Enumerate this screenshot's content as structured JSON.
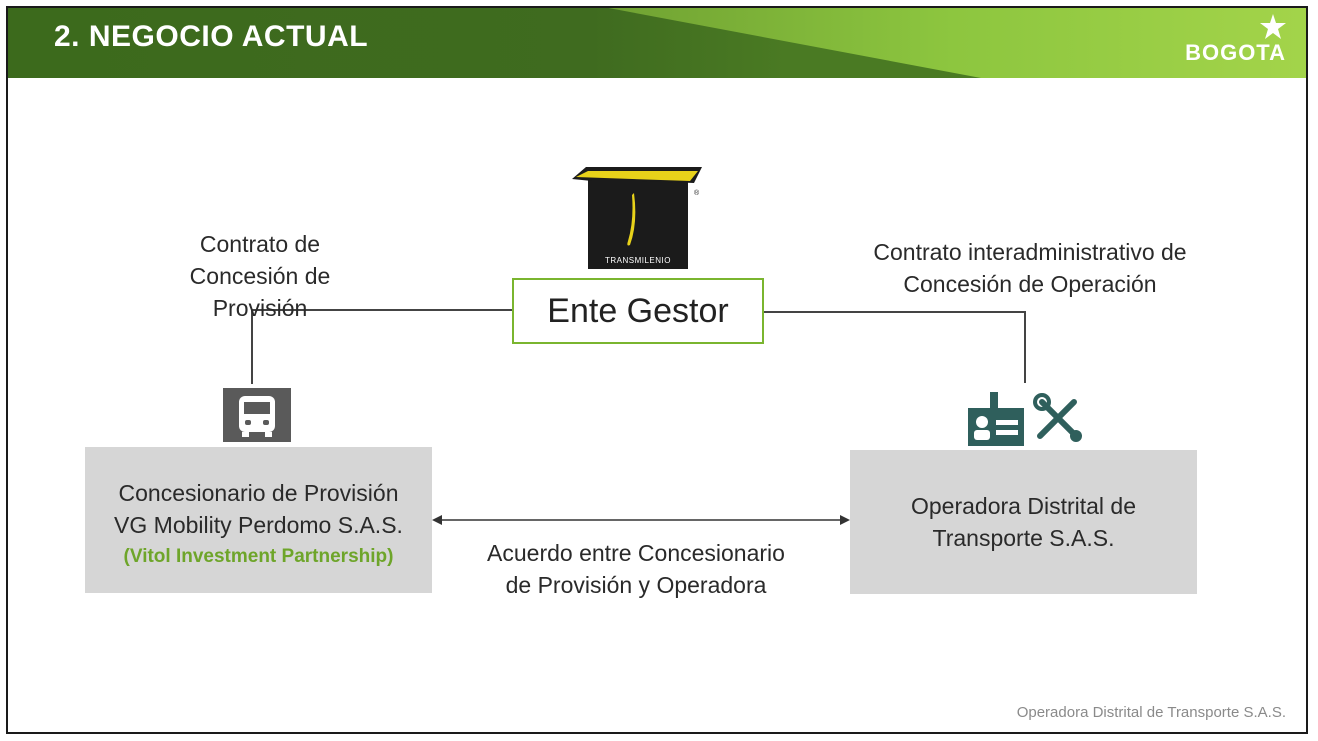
{
  "header": {
    "title": "2. NEGOCIO ACTUAL",
    "logo_text": "BOGOTA",
    "colors": {
      "dark_green": "#3f6b1f",
      "light_green": "#8dc63f",
      "accent_green": "#7ab52f"
    }
  },
  "transmilenio_logo": {
    "label": "TRANSMILENIO",
    "icon": "transmilenio-logo"
  },
  "ente_gestor": {
    "label": "Ente Gestor"
  },
  "left_contract": {
    "line1": "Contrato de",
    "line2": "Concesión de",
    "line3": "Provisión"
  },
  "right_contract": {
    "line1": "Contrato interadministrativo de",
    "line2": "Concesión de Operación"
  },
  "concesionario": {
    "line1": "Concesionario de Provisión",
    "line2": "VG Mobility Perdomo S.A.S.",
    "line3": "(Vitol Investment Partnership)",
    "icon": "bus-icon"
  },
  "operadora": {
    "line1": "Operadora Distrital de",
    "line2": "Transporte S.A.S.",
    "icons": [
      "id-card-icon",
      "tools-icon"
    ]
  },
  "agreement": {
    "line1": "Acuerdo entre Concesionario",
    "line2": "de Provisión y Operadora"
  },
  "footer": {
    "text": "Operadora Distrital de Transporte S.A.S."
  }
}
